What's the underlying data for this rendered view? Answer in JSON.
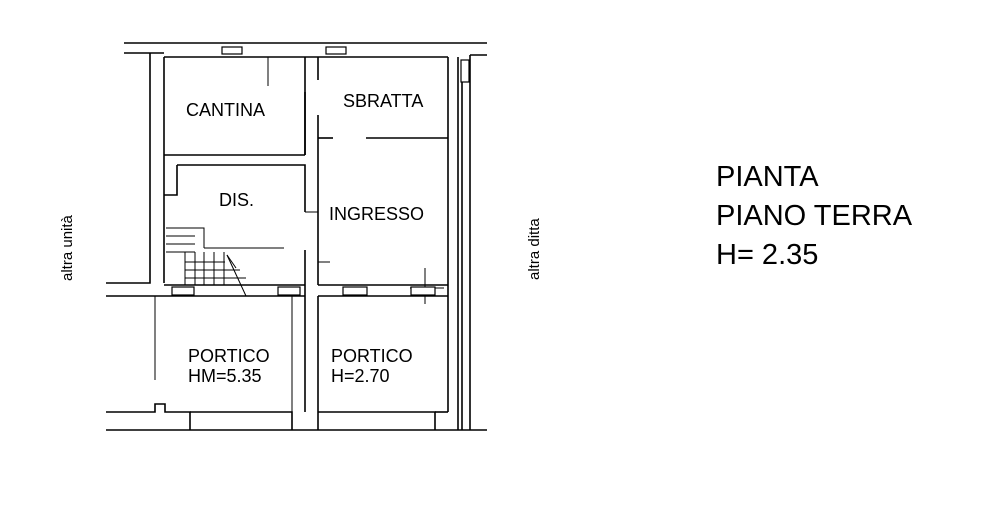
{
  "rooms": {
    "cantina": "CANTINA",
    "sbratta": "SBRATTA",
    "dis": "DIS.",
    "ingresso": "INGRESSO",
    "portico_left_name": "PORTICO",
    "portico_left_height": "HM=5.35",
    "portico_right_name": "PORTICO",
    "portico_right_height": "H=2.70"
  },
  "side_labels": {
    "left": "altra unità",
    "right": "altra ditta"
  },
  "title": {
    "line1": "PIANTA",
    "line2": "PIANO TERRA",
    "line3": "H= 2.35"
  }
}
